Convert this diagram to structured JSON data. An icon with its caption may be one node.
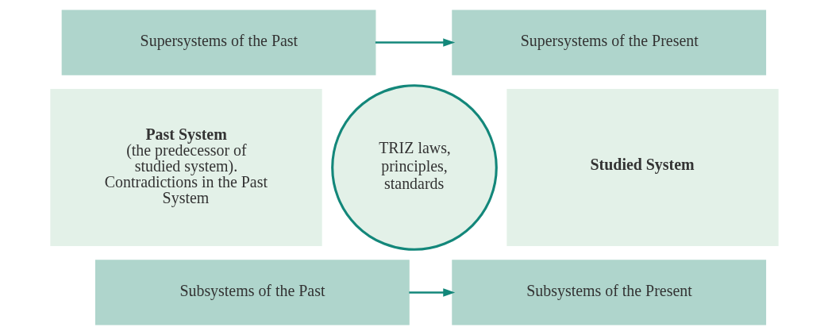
{
  "diagram": {
    "nodes": [
      {
        "text": [
          "Supersystems of the Past"
        ]
      },
      {
        "text": [
          "Supersystems of the Present"
        ]
      },
      {
        "text": [
          "Past System",
          "(the predecessor of studied system). Contradictions in the Past System"
        ]
      },
      {
        "text": [
          "TRIZ laws, principles, standards"
        ]
      },
      {
        "text": [
          "Studied System"
        ]
      },
      {
        "text": [
          "Subsystems of the Past"
        ]
      },
      {
        "text": [
          "Subsystems of the Present"
        ]
      }
    ],
    "edges": [
      {
        "from": 0,
        "to": 1,
        "arrow": "to"
      },
      {
        "from": 5,
        "to": 6,
        "arrow": "to"
      }
    ]
  }
}
